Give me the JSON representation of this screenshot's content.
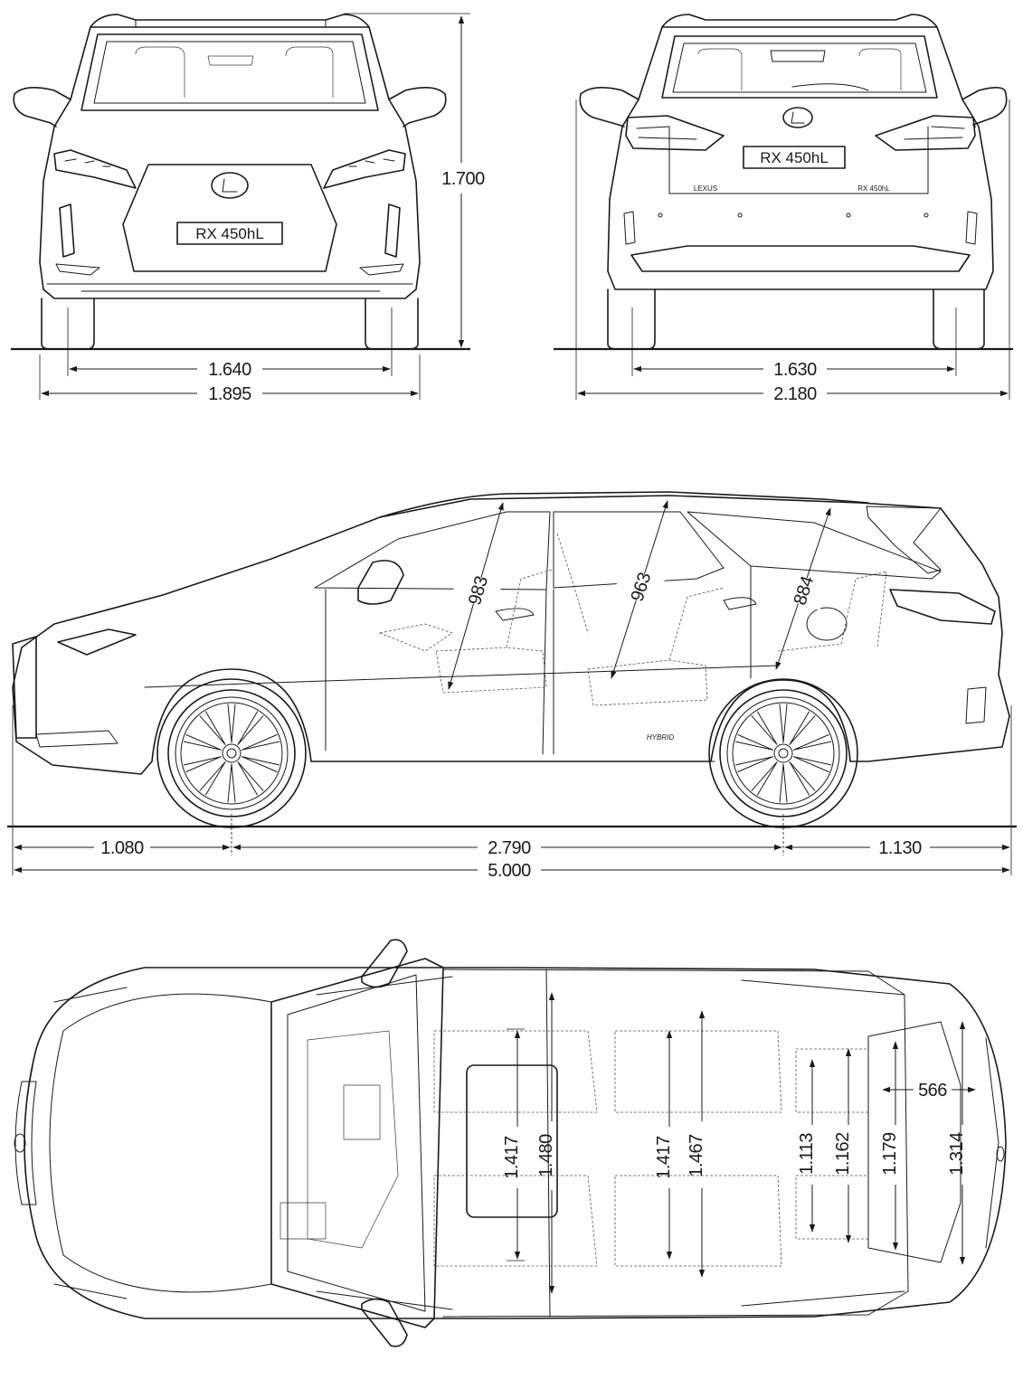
{
  "views": {
    "front": {
      "plate": "RX 450hL",
      "dimensions": {
        "height": "1.700",
        "track": "1.640",
        "width": "1.895"
      }
    },
    "rear": {
      "plate": "RX 450hL",
      "badge_left": "LEXUS",
      "badge_right": "RX 450hL",
      "dimensions": {
        "track": "1.630",
        "width_mirrors": "2.180"
      }
    },
    "side": {
      "badge": "HYBRID",
      "dimensions": {
        "front_overhang": "1.080",
        "wheelbase": "2.790",
        "rear_overhang": "1.130",
        "length": "5.000",
        "headroom_row1": "983",
        "headroom_row2": "963",
        "headroom_row3": "884"
      }
    },
    "top": {
      "dimensions": {
        "row1_shoulder": "1.417",
        "row1_width": "1.480",
        "row2_shoulder": "1.417",
        "row2_width": "1.467",
        "row3_shoulder": "1.113",
        "row3_hip": "1.162",
        "cargo_width": "1.179",
        "rear_width": "1.314",
        "cargo_length": "566"
      }
    }
  },
  "colors": {
    "line": "#1a1a1a",
    "background": "#ffffff"
  }
}
